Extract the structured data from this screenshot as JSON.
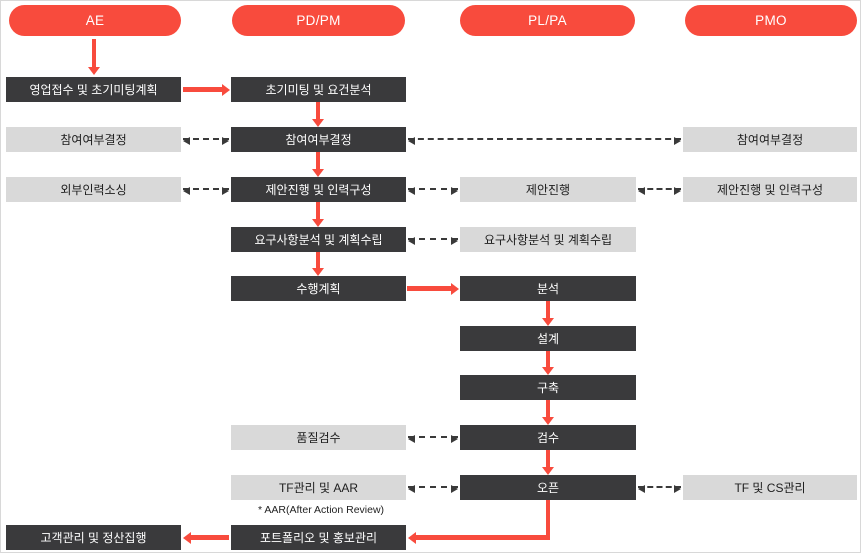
{
  "lanes": [
    {
      "id": "ae",
      "label": "AE"
    },
    {
      "id": "pdpm",
      "label": "PD/PM"
    },
    {
      "id": "plpa",
      "label": "PL/PA"
    },
    {
      "id": "pmo",
      "label": "PMO"
    }
  ],
  "nodes": {
    "ae_intake": {
      "label": "영업접수 및 초기미팅계획",
      "lane": "AE",
      "style": "dark"
    },
    "pdpm_kickoff": {
      "label": "초기미팅 및 요건분석",
      "lane": "PD/PM",
      "style": "dark"
    },
    "ae_join": {
      "label": "참여여부결정",
      "lane": "AE",
      "style": "light"
    },
    "pdpm_join": {
      "label": "참여여부결정",
      "lane": "PD/PM",
      "style": "dark"
    },
    "pmo_join": {
      "label": "참여여부결정",
      "lane": "PMO",
      "style": "light"
    },
    "ae_sourcing": {
      "label": "외부인력소싱",
      "lane": "AE",
      "style": "light"
    },
    "pdpm_proposal": {
      "label": "제안진행 및 인력구성",
      "lane": "PD/PM",
      "style": "dark"
    },
    "plpa_proposal": {
      "label": "제안진행",
      "lane": "PL/PA",
      "style": "light"
    },
    "pmo_proposal": {
      "label": "제안진행 및 인력구성",
      "lane": "PMO",
      "style": "light"
    },
    "pdpm_requirements": {
      "label": "요구사항분석 및 계획수립",
      "lane": "PD/PM",
      "style": "dark"
    },
    "plpa_requirements": {
      "label": "요구사항분석 및 계획수립",
      "lane": "PL/PA",
      "style": "light"
    },
    "pdpm_execplan": {
      "label": "수행계획",
      "lane": "PD/PM",
      "style": "dark"
    },
    "plpa_analysis": {
      "label": "분석",
      "lane": "PL/PA",
      "style": "dark"
    },
    "plpa_design": {
      "label": "설계",
      "lane": "PL/PA",
      "style": "dark"
    },
    "plpa_build": {
      "label": "구축",
      "lane": "PL/PA",
      "style": "dark"
    },
    "pdpm_qa": {
      "label": "품질검수",
      "lane": "PD/PM",
      "style": "light"
    },
    "plpa_inspection": {
      "label": "검수",
      "lane": "PL/PA",
      "style": "dark"
    },
    "pdpm_tf": {
      "label": "TF관리 및 AAR",
      "lane": "PD/PM",
      "style": "light"
    },
    "plpa_open": {
      "label": "오픈",
      "lane": "PL/PA",
      "style": "dark"
    },
    "pmo_tfcs": {
      "label": "TF 및 CS관리",
      "lane": "PMO",
      "style": "light"
    },
    "ae_settlement": {
      "label": "고객관리 및 정산집행",
      "lane": "AE",
      "style": "dark"
    },
    "pdpm_portfolio": {
      "label": "포트폴리오 및 홍보관리",
      "lane": "PD/PM",
      "style": "dark"
    }
  },
  "footnote": "* AAR(After Action Review)",
  "edges": [
    {
      "from": "lane_ae",
      "to": "ae_intake",
      "style": "solid_red"
    },
    {
      "from": "ae_intake",
      "to": "pdpm_kickoff",
      "style": "solid_red"
    },
    {
      "from": "pdpm_kickoff",
      "to": "pdpm_join",
      "style": "solid_red"
    },
    {
      "from": "pdpm_join",
      "to": "pdpm_proposal",
      "style": "solid_red"
    },
    {
      "from": "pdpm_proposal",
      "to": "pdpm_requirements",
      "style": "solid_red"
    },
    {
      "from": "pdpm_requirements",
      "to": "pdpm_execplan",
      "style": "solid_red"
    },
    {
      "from": "pdpm_execplan",
      "to": "plpa_analysis",
      "style": "solid_red"
    },
    {
      "from": "plpa_analysis",
      "to": "plpa_design",
      "style": "solid_red"
    },
    {
      "from": "plpa_design",
      "to": "plpa_build",
      "style": "solid_red"
    },
    {
      "from": "plpa_build",
      "to": "plpa_inspection",
      "style": "solid_red"
    },
    {
      "from": "plpa_inspection",
      "to": "plpa_open",
      "style": "solid_red"
    },
    {
      "from": "plpa_open",
      "to": "pdpm_portfolio",
      "style": "solid_red"
    },
    {
      "from": "pdpm_portfolio",
      "to": "ae_settlement",
      "style": "solid_red"
    },
    {
      "from": "ae_join",
      "to": "pdpm_join",
      "style": "dashed_bidirectional"
    },
    {
      "from": "pdpm_join",
      "to": "pmo_join",
      "style": "dashed_bidirectional"
    },
    {
      "from": "ae_sourcing",
      "to": "pdpm_proposal",
      "style": "dashed_bidirectional"
    },
    {
      "from": "pdpm_proposal",
      "to": "plpa_proposal",
      "style": "dashed_bidirectional"
    },
    {
      "from": "plpa_proposal",
      "to": "pmo_proposal",
      "style": "dashed_bidirectional"
    },
    {
      "from": "pdpm_requirements",
      "to": "plpa_requirements",
      "style": "dashed_bidirectional"
    },
    {
      "from": "pdpm_qa",
      "to": "plpa_inspection",
      "style": "dashed_bidirectional"
    },
    {
      "from": "pdpm_tf",
      "to": "plpa_open",
      "style": "dashed_bidirectional"
    },
    {
      "from": "plpa_open",
      "to": "pmo_tfcs",
      "style": "dashed_bidirectional"
    }
  ],
  "colors": {
    "lane_pill": "#f84b3d",
    "dark_box": "#3a3a3c",
    "light_box": "#d9d9d9",
    "red_arrow": "#f84b3d",
    "dashed_arrow": "#3a3a3a"
  }
}
